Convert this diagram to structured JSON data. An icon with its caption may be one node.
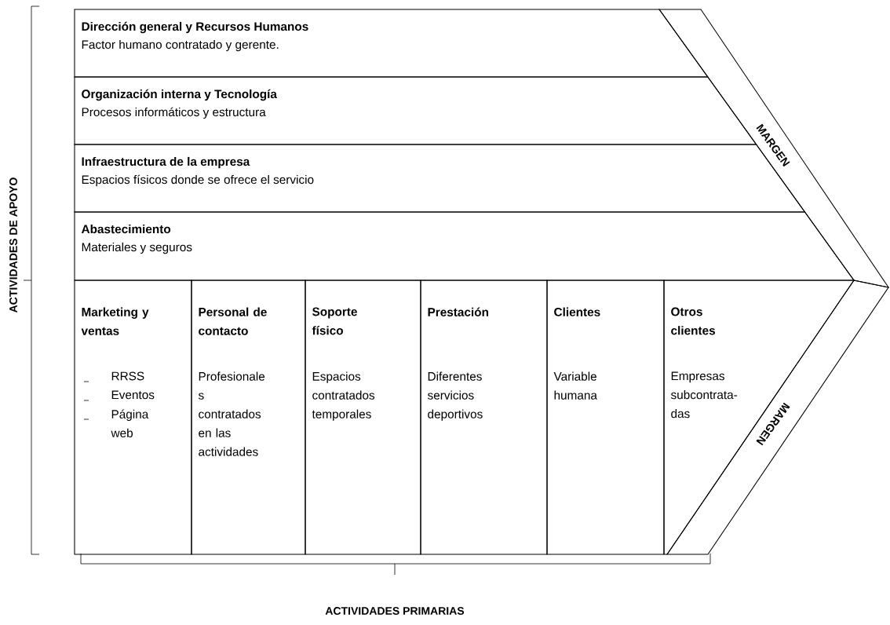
{
  "diagram": {
    "nodes": [
      {
        "text": [
          "Dirección general y Recursos Humanos",
          "Factor humano contratado y gerente."
        ]
      },
      {
        "text": [
          "Organización interna y Tecnología",
          "Procesos informáticos y estructura"
        ]
      },
      {
        "text": [
          "Infraestructura de la empresa",
          "Espacios físicos donde se ofrece el servicio"
        ]
      },
      {
        "text": [
          "Abastecimiento",
          "Materiales y seguros"
        ]
      },
      {
        "text": [
          "Marketing y ventas",
          "RRSS",
          "Eventos",
          "Página web"
        ]
      },
      {
        "text": [
          "Personal de contacto",
          "Profesionale s contratados en las actividades"
        ]
      },
      {
        "text": [
          "Soporte físico",
          "Espacios contratados temporales"
        ]
      },
      {
        "text": [
          "Prestación",
          "Diferentes servicios deportivos"
        ]
      },
      {
        "text": [
          "Clientes",
          "Variable humana"
        ]
      },
      {
        "text": [
          "Otros clientes",
          "Empresas subcontrata-das"
        ]
      },
      {
        "text": [
          "MARGEN"
        ]
      },
      {
        "text": [
          "MARGEN"
        ]
      }
    ],
    "labels": [
      "ACTIVIDADES DE APOYO",
      "ACTIVIDADES PRIMARIAS"
    ]
  }
}
